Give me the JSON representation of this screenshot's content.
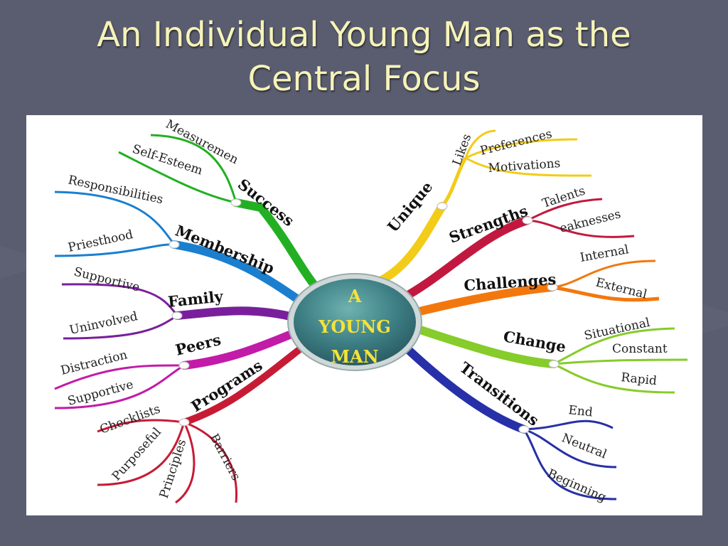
{
  "slide": {
    "title_line1": "An Individual Young Man as the",
    "title_line2": "Central Focus"
  },
  "colors": {
    "background": "#5a5d70",
    "title": "#f6f3b8",
    "center_fill": "#3d7f84",
    "center_text": "#f5e23a"
  },
  "mindmap": {
    "center": {
      "line1": "A",
      "line2": "YOUNG",
      "line3": "MAN"
    },
    "branches": [
      {
        "label": "Success",
        "color": "#22b022",
        "leaves": [
          "Measuremen",
          "Self-Esteem"
        ]
      },
      {
        "label": "Membership",
        "color": "#1a7fcf",
        "leaves": [
          "Responsibilities",
          "Priesthood"
        ]
      },
      {
        "label": "Family",
        "color": "#7a1f9c",
        "leaves": [
          "Supportive",
          "Uninvolved"
        ]
      },
      {
        "label": "Peers",
        "color": "#c21ba8",
        "leaves": [
          "Distraction",
          "Supportive"
        ]
      },
      {
        "label": "Programs",
        "color": "#c71b35",
        "leaves": [
          "Checklists",
          "Purposeful",
          "Principles",
          "Barriers"
        ]
      },
      {
        "label": "Unique",
        "color": "#f2cc18",
        "leaves": [
          "Likes",
          "Preferences",
          "Motivations"
        ]
      },
      {
        "label": "Strengths",
        "color": "#c2183f",
        "leaves": [
          "Talents",
          "eaknesses"
        ]
      },
      {
        "label": "Challenges",
        "color": "#f2780e",
        "leaves": [
          "Internal",
          "External"
        ]
      },
      {
        "label": "Change",
        "color": "#86cc2a",
        "leaves": [
          "Situational",
          "Constant",
          "Rapid"
        ]
      },
      {
        "label": "Transitions",
        "color": "#2730a8",
        "leaves": [
          "End",
          "Neutral",
          "Beginning"
        ]
      }
    ]
  }
}
